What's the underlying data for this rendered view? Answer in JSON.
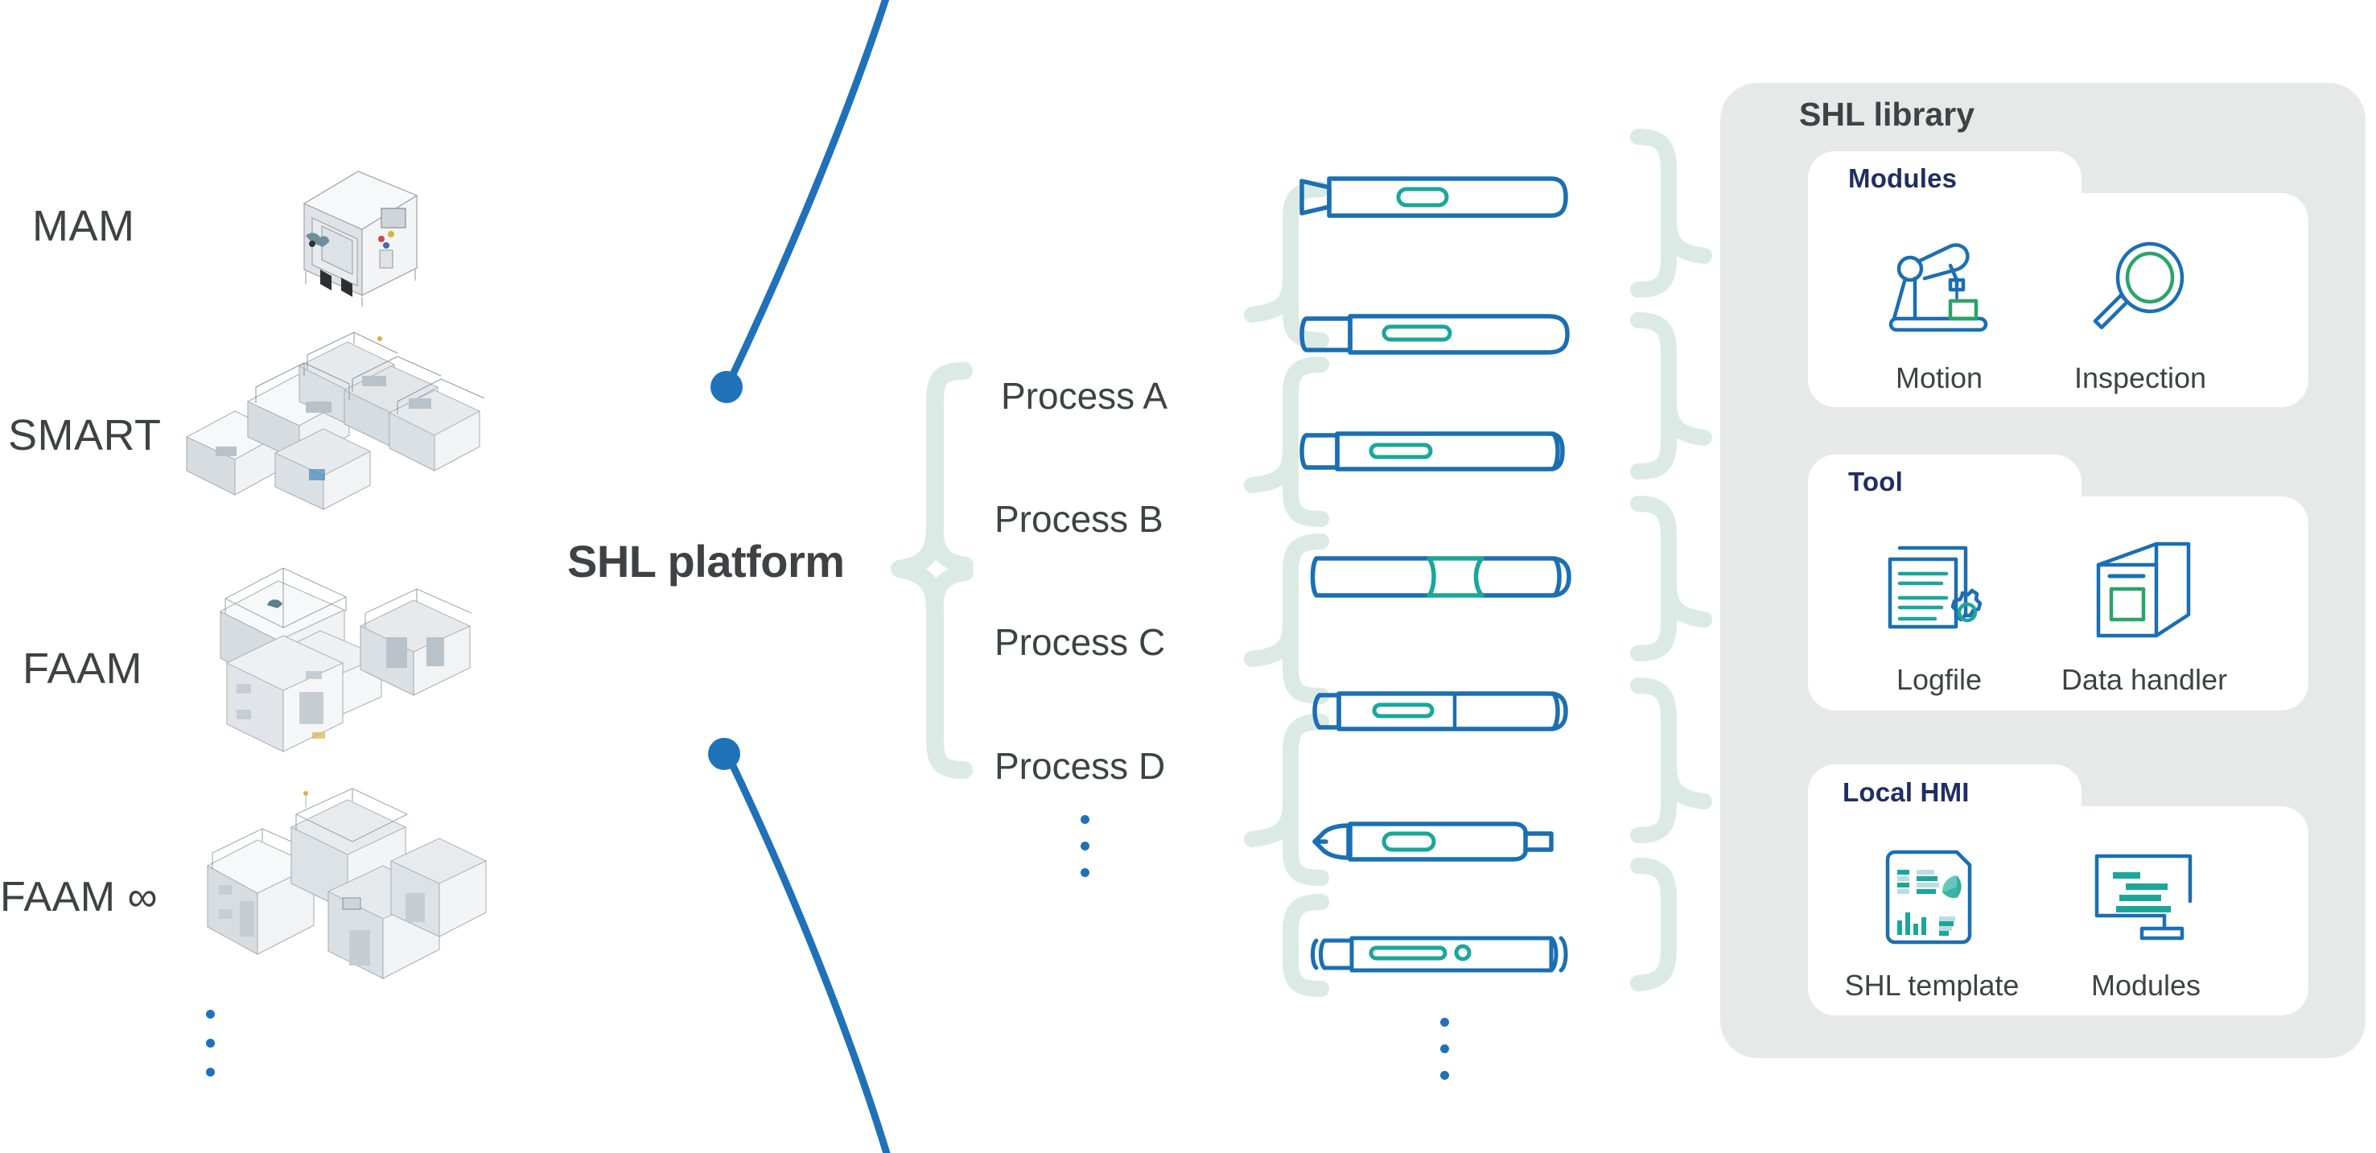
{
  "palette": {
    "brand_blue": "#1f71b8",
    "teal": "#1aa79a",
    "green": "#2aa46a",
    "navy": "#1f2e63",
    "dark_gray_text": "#3f4245",
    "panel_gray": "#e7e8e8",
    "brace_mint": "#dceae6",
    "card_white": "#ffffff",
    "background": "#ffffff"
  },
  "machines": {
    "items": [
      {
        "label": "MAM",
        "icon": "mam-machine-image"
      },
      {
        "label": "SMART",
        "icon": "smart-machine-image"
      },
      {
        "label": "FAAM",
        "icon": "faam-machine-image"
      },
      {
        "label": "FAAM ∞",
        "icon": "faam-infinity-machine-image"
      }
    ],
    "more_indicator": "⋮"
  },
  "platform": {
    "title": "SHL platform"
  },
  "processes": {
    "items": [
      {
        "label": "Process A"
      },
      {
        "label": "Process B"
      },
      {
        "label": "Process C"
      },
      {
        "label": "Process D"
      }
    ],
    "more_indicator": "⋮"
  },
  "devices": {
    "count": 7,
    "more_indicator": "⋮",
    "items": [
      {
        "name": "autoinjector-tapered-cap"
      },
      {
        "name": "autoinjector-long-cap"
      },
      {
        "name": "autoinjector-rounded-ends"
      },
      {
        "name": "autoinjector-teal-midband"
      },
      {
        "name": "autoinjector-short-cap-divider"
      },
      {
        "name": "autoinjector-pointed-tip-plunger"
      },
      {
        "name": "autoinjector-ribbed-ends-button"
      }
    ]
  },
  "library": {
    "title": "SHL library",
    "sections": [
      {
        "title": "Modules",
        "items": [
          {
            "label": "Motion",
            "icon": "robot-arm-icon"
          },
          {
            "label": "Inspection",
            "icon": "magnifier-icon"
          }
        ]
      },
      {
        "title": "Tool",
        "items": [
          {
            "label": "Logfile",
            "icon": "document-gear-icon"
          },
          {
            "label": "Data handler",
            "icon": "server-box-icon"
          }
        ]
      },
      {
        "title": "Local HMI",
        "items": [
          {
            "label": "SHL template",
            "icon": "dashboard-report-icon"
          },
          {
            "label": "Modules",
            "icon": "monitor-screen-icon"
          }
        ]
      }
    ]
  }
}
